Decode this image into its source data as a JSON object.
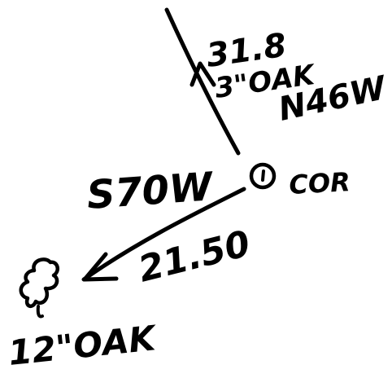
{
  "colors": {
    "background": "#ffffff",
    "ink": "#000000"
  },
  "call_1": {
    "distance": "31.8",
    "monument": "3\"OAK",
    "bearing": "N46W"
  },
  "call_2": {
    "bearing": "S70W",
    "distance": "21.50",
    "monument": "12\"OAK"
  },
  "corner": {
    "label": "COR",
    "icon": "circled-dot-icon"
  },
  "tree": {
    "icon": "tree-crown-icon"
  }
}
